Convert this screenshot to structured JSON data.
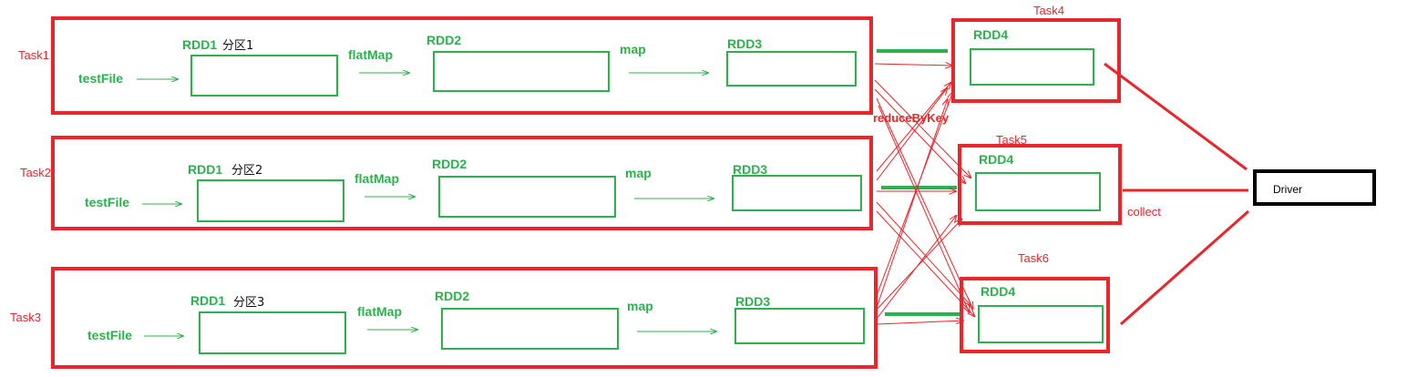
{
  "rows": [
    {
      "task": "Task1",
      "source": "testFile",
      "rdd1": "RDD1",
      "partition": "分区1",
      "op1": "flatMap",
      "rdd2": "RDD2",
      "op2": "map",
      "rdd3": "RDD3"
    },
    {
      "task": "Task2",
      "source": "testFile",
      "rdd1": "RDD1",
      "partition": "分区2",
      "op1": "flatMap",
      "rdd2": "RDD2",
      "op2": "map",
      "rdd3": "RDD3"
    },
    {
      "task": "Task3",
      "source": "testFile",
      "rdd1": "RDD1",
      "partition": "分区3",
      "op1": "flatMap",
      "rdd2": "RDD2",
      "op2": "map",
      "rdd3": "RDD3"
    }
  ],
  "reducers": [
    {
      "task": "Task4",
      "rdd": "RDD4"
    },
    {
      "task": "Task5",
      "rdd": "RDD4"
    },
    {
      "task": "Task6",
      "rdd": "RDD4"
    }
  ],
  "shuffle_label": "reduceByKey",
  "collect_label": "collect",
  "driver_label": "Driver",
  "colors": {
    "red": "#e8262c",
    "green": "#2bb24c",
    "black": "#000000"
  }
}
